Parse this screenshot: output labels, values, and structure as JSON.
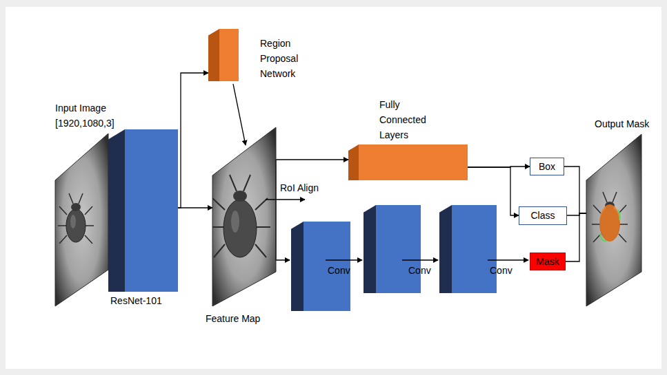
{
  "diagram": {
    "nodes": [
      {
        "text": [
          "Input Image",
          "[1920,1080,3]"
        ]
      },
      {
        "text": [
          "ResNet-101"
        ]
      },
      {
        "text": [
          "Region Proposal Network"
        ]
      },
      {
        "text": [
          "Feature Map"
        ]
      },
      {
        "text": [
          "Fully Connected Layers"
        ]
      },
      {
        "text": [
          "Box"
        ]
      },
      {
        "text": [
          "Class"
        ]
      },
      {
        "text": [
          "Mask"
        ]
      },
      {
        "text": [
          "Output Mask"
        ]
      }
    ],
    "edges": [
      {
        "from": 1,
        "to": 3,
        "arrow": "to"
      },
      {
        "from": 1,
        "to": 2,
        "arrow": "to"
      },
      {
        "from": 2,
        "to": 3,
        "arrow": "to"
      },
      {
        "from": 3,
        "to": 4,
        "arrow": "to"
      },
      {
        "from": 4,
        "to": 5,
        "arrow": "to"
      },
      {
        "from": 4,
        "to": 6,
        "arrow": "to"
      },
      {
        "from": 5,
        "to": 8,
        "arrow": "none"
      },
      {
        "from": 6,
        "to": 8,
        "arrow": "none"
      },
      {
        "from": 7,
        "to": 8,
        "arrow": "none"
      }
    ],
    "labels": [
      "RoI Align",
      "Conv",
      "Conv",
      "Conv"
    ]
  }
}
